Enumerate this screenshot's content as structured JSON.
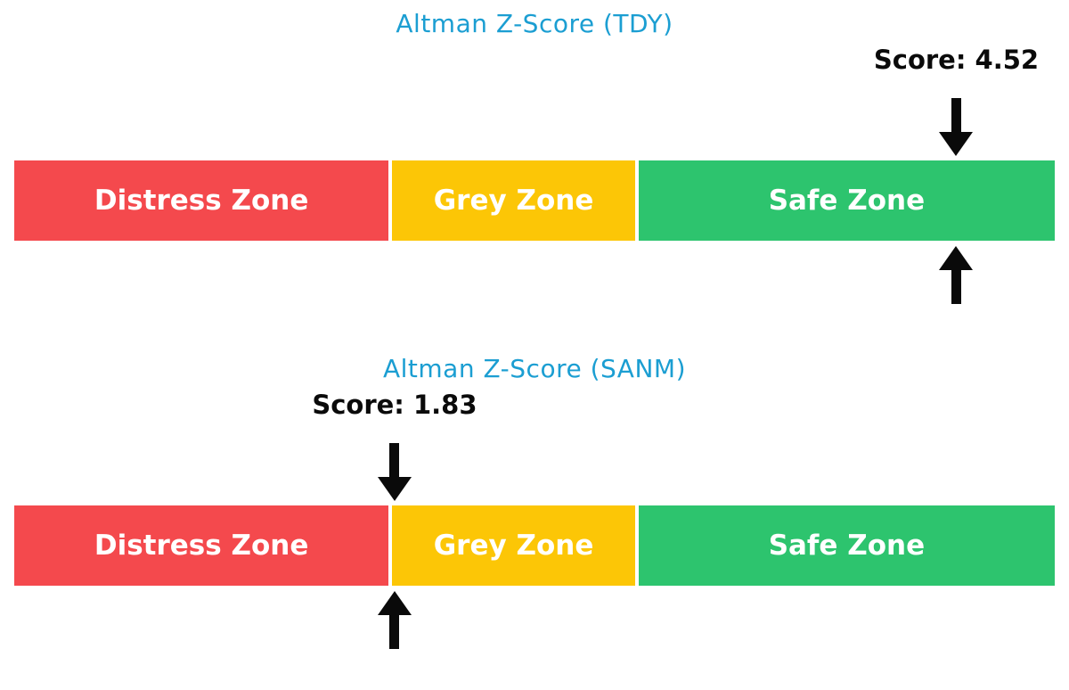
{
  "page": {
    "background": "#ffffff"
  },
  "colors": {
    "title_blue": "#1b9ed2",
    "distress_red": "#f4494d",
    "grey_yellow": "#fcc606",
    "safe_green": "#2dc46e",
    "arrow_black": "#0a0a0a",
    "score_text_black": "#0a0a0a",
    "zone_label_white": "#ffffff"
  },
  "chart_data": [
    {
      "type": "bar",
      "subtype": "gauge-bar",
      "title": "Altman Z-Score (TDY)",
      "score_label": "Score: 4.52",
      "score": 4.52,
      "range": [
        0,
        5
      ],
      "zones": [
        {
          "label": "Distress Zone",
          "from": 0,
          "to": 1.81,
          "color": "#f4494d"
        },
        {
          "label": "Grey Zone",
          "from": 1.81,
          "to": 2.99,
          "color": "#fcc606"
        },
        {
          "label": "Safe Zone",
          "from": 2.99,
          "to": 5,
          "color": "#2dc46e"
        }
      ],
      "markers": [
        "down-arrow-above-bar",
        "up-arrow-below-bar"
      ],
      "grid": false,
      "legend": "none",
      "axis_ticks": "none"
    },
    {
      "type": "bar",
      "subtype": "gauge-bar",
      "title": "Altman Z-Score (SANM)",
      "score_label": "Score: 1.83",
      "score": 1.83,
      "range": [
        0,
        5
      ],
      "zones": [
        {
          "label": "Distress Zone",
          "from": 0,
          "to": 1.81,
          "color": "#f4494d"
        },
        {
          "label": "Grey Zone",
          "from": 1.81,
          "to": 2.99,
          "color": "#fcc606"
        },
        {
          "label": "Safe Zone",
          "from": 2.99,
          "to": 5,
          "color": "#2dc46e"
        }
      ],
      "markers": [
        "down-arrow-above-bar",
        "up-arrow-below-bar"
      ],
      "grid": false,
      "legend": "none",
      "axis_ticks": "none"
    }
  ]
}
